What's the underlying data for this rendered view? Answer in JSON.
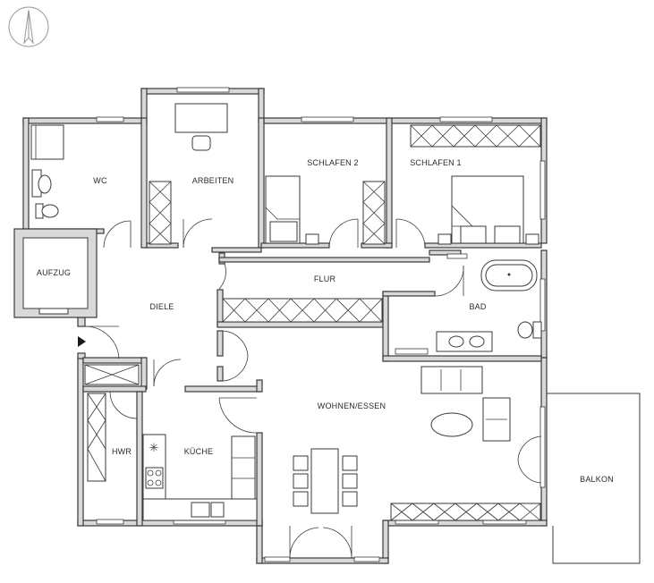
{
  "rooms": {
    "wc": "WC",
    "arbeiten": "ARBEITEN",
    "schlafen2": "SCHLAFEN 2",
    "schlafen1": "SCHLAFEN 1",
    "aufzug": "AUFZUG",
    "diele": "DIELE",
    "flur": "FLUR",
    "bad": "BAD",
    "wohnen_essen": "WOHNEN/ESSEN",
    "hwr": "HWR",
    "kueche": "KÜCHE",
    "balkon": "BALKON"
  },
  "icons": {
    "north_arrow": "north-arrow-icon",
    "entrance": "entrance-arrow-icon"
  },
  "colors": {
    "wall_fill": "#d9d9d9",
    "line": "#3a3a3a",
    "background": "#ffffff"
  }
}
